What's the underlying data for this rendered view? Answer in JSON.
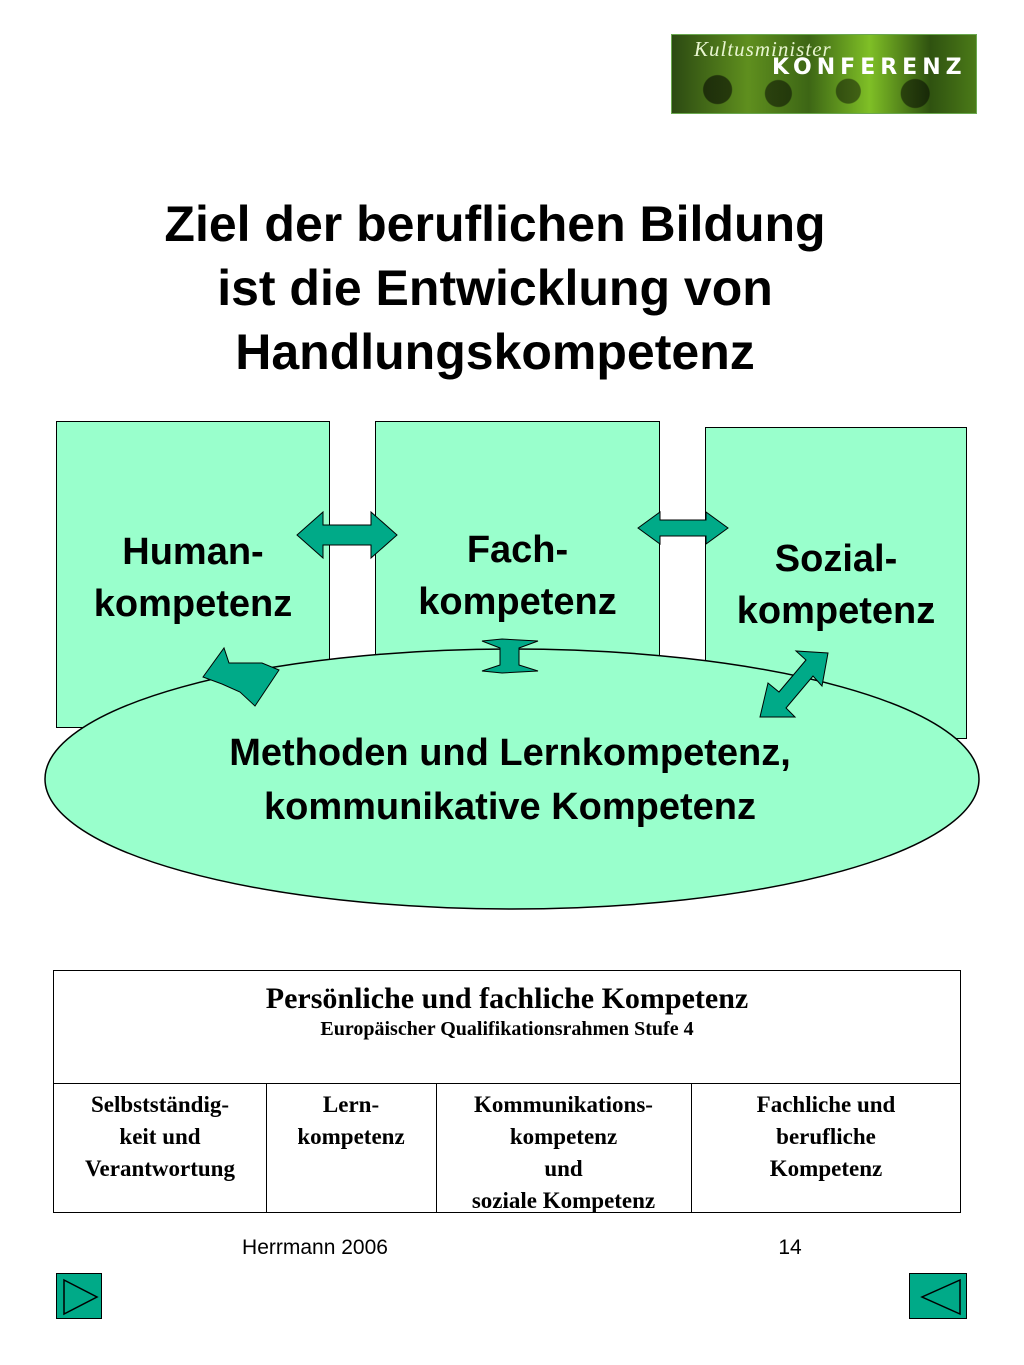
{
  "logo": {
    "line1": "Kultusminister",
    "line2": "KONFERENZ"
  },
  "title": {
    "line1": "Ziel der beruflichen Bildung",
    "line2": "ist die Entwicklung von",
    "line3": "Handlungskompetenz"
  },
  "boxes": {
    "human": {
      "line1": "Human-",
      "line2": "kompetenz"
    },
    "fach": {
      "line1": "Fach-",
      "line2": "kompetenz"
    },
    "sozial": {
      "line1": "Sozial-",
      "line2": "kompetenz"
    }
  },
  "oval": {
    "line1": "Methoden und Lernkompetenz,",
    "line2": "kommunikative Kompetenz"
  },
  "table": {
    "heading": "Persönliche und fachliche Kompetenz",
    "subheading": "Europäischer Qualifikationsrahmen Stufe 4",
    "columns": [
      {
        "lines": [
          "Selbstständig-",
          "keit und",
          "Verantwortung"
        ]
      },
      {
        "lines": [
          "Lern-",
          "kompetenz"
        ]
      },
      {
        "lines": [
          "Kommunikations-",
          "kompetenz",
          "und",
          "soziale Kompetenz"
        ]
      },
      {
        "lines": [
          "Fachliche und",
          "berufliche",
          "Kompetenz"
        ]
      }
    ]
  },
  "footer": {
    "author": "Herrmann 2006",
    "page": "14"
  },
  "nav": {
    "next_icon": "play-right-icon",
    "prev_icon": "play-left-icon"
  },
  "colors": {
    "box_fill": "#99ffcc",
    "arrow_fill": "#00aa88",
    "nav_fill": "#00aa88"
  }
}
